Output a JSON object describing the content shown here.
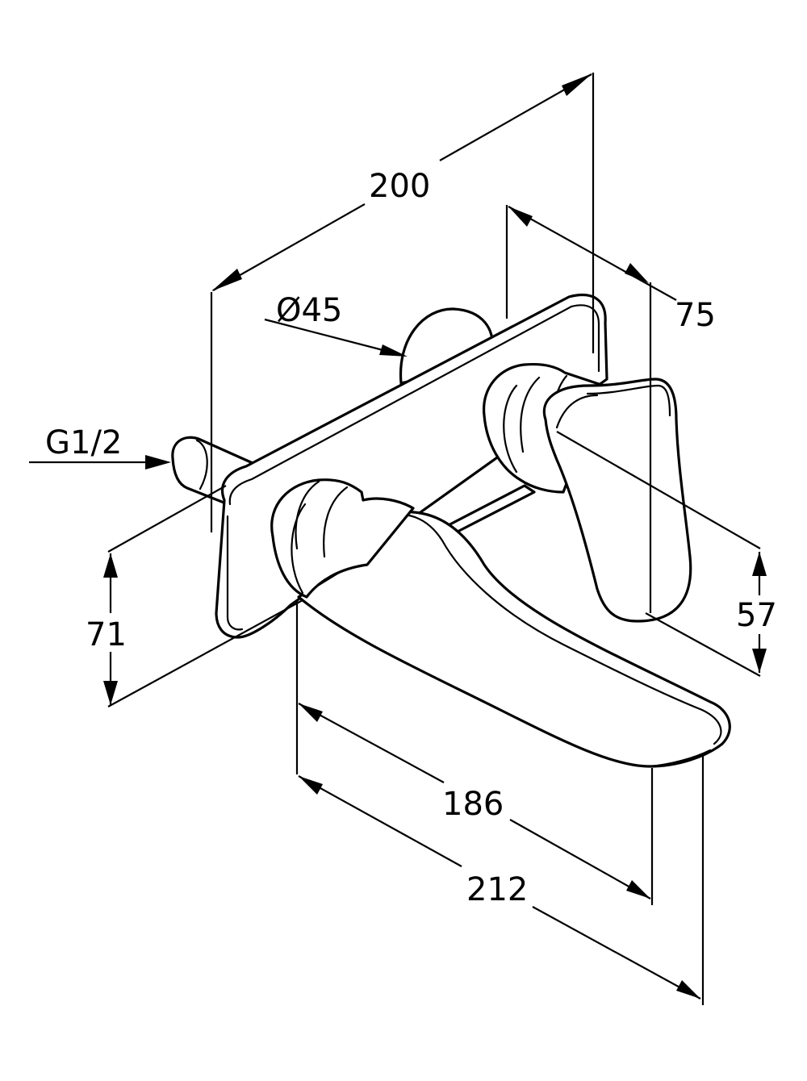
{
  "drawing": {
    "dimensions": {
      "overall_width": "200",
      "rosette_diameter": "Ø45",
      "thread": "G1/2",
      "depth": "75",
      "plate_height": "71",
      "handle_height": "57",
      "spout_projection": "186",
      "total_projection": "212"
    },
    "colors": {
      "line": "#000000",
      "background": "#ffffff"
    }
  }
}
